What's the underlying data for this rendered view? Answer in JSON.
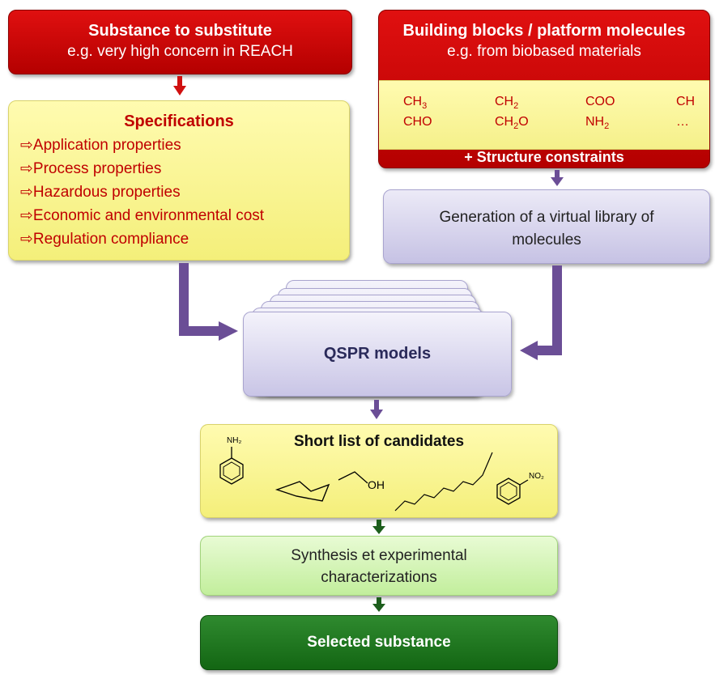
{
  "substance_box": {
    "title": "Substance to substitute",
    "subtitle": "e.g. very high concern in REACH"
  },
  "building_box": {
    "title": "Building blocks / platform molecules",
    "subtitle": "e.g. from biobased materials",
    "formulas": [
      {
        "base": "CH",
        "sub": "3"
      },
      {
        "base": "CH",
        "sub": "2"
      },
      {
        "base": "COO",
        "sub": ""
      },
      {
        "base": "CH",
        "sub": ""
      },
      {
        "base": "CHO",
        "sub": ""
      },
      {
        "base": "CH",
        "sub": "2",
        "tail": "O"
      },
      {
        "base": "NH",
        "sub": "2"
      },
      {
        "base": "…",
        "sub": ""
      }
    ],
    "constraints": "+ Structure constraints"
  },
  "specifications": {
    "title": "Specifications",
    "arrow_glyph": "⇨",
    "items": [
      "Application properties",
      "Process properties",
      "Hazardous properties",
      "Economic and environmental cost",
      "Regulation compliance"
    ]
  },
  "library_box": {
    "text": "Generation of a virtual library of molecules"
  },
  "qspr_box": {
    "text": "QSPR models"
  },
  "candidates_box": {
    "title": "Short list of candidates",
    "molecule_labels": {
      "aniline": "NH₂",
      "ethanol": "OH",
      "nitro": "NO₂"
    }
  },
  "synthesis_box": {
    "text": "Synthesis et experimental characterizations"
  },
  "selected_box": {
    "text": "Selected substance"
  },
  "colors": {
    "red": "#c00000",
    "yellow": "#f8f39a",
    "lavender": "#d5d2ec",
    "light_green": "#d3f5b4",
    "dark_green": "#1f7a1f",
    "purple_arrow": "#6b4e96"
  }
}
